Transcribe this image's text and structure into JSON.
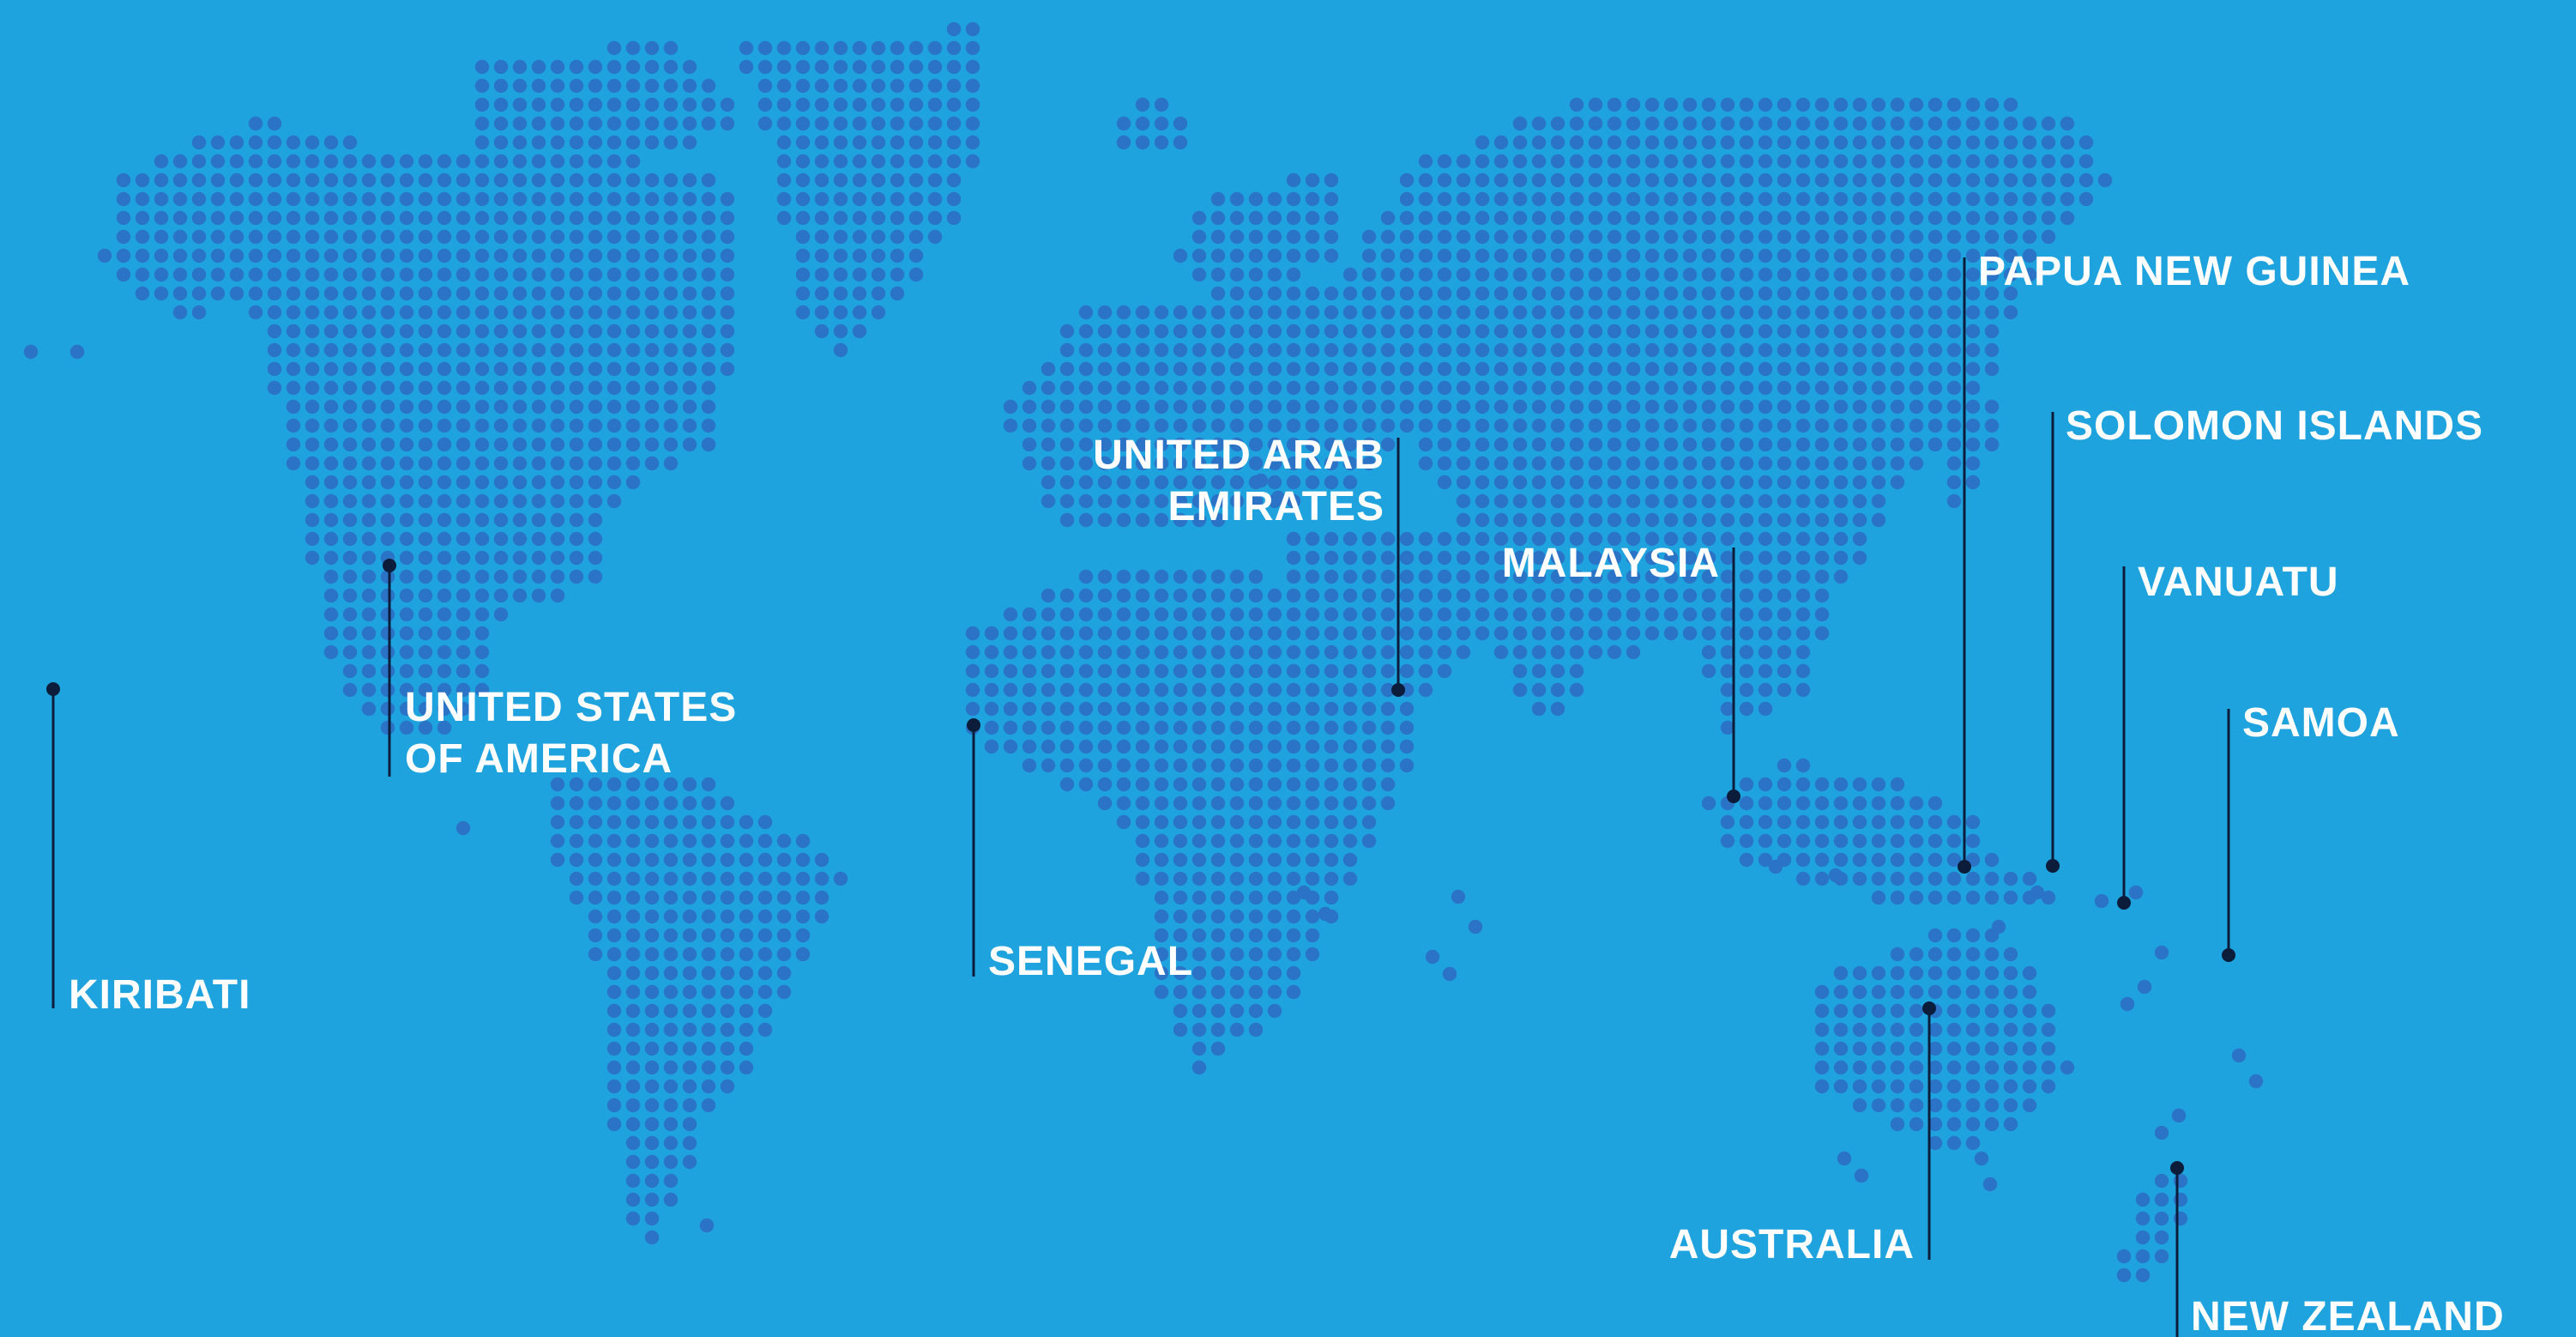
{
  "map": {
    "background_color": "#1fa3de",
    "dot_color": "#2b73c6",
    "marker_color": "#0b1d3a",
    "label_color": "#ffffff"
  },
  "markers": [
    {
      "id": "kiribati",
      "lines": [
        "KIRIBATI"
      ]
    },
    {
      "id": "united-states-of-america",
      "lines": [
        "UNITED STATES",
        "OF AMERICA"
      ]
    },
    {
      "id": "senegal",
      "lines": [
        "SENEGAL"
      ]
    },
    {
      "id": "united-arab-emirates",
      "lines": [
        "UNITED ARAB",
        "EMIRATES"
      ]
    },
    {
      "id": "malaysia",
      "lines": [
        "MALAYSIA"
      ]
    },
    {
      "id": "papua-new-guinea",
      "lines": [
        "PAPUA NEW GUINEA"
      ]
    },
    {
      "id": "solomon-islands",
      "lines": [
        "SOLOMON ISLANDS"
      ]
    },
    {
      "id": "vanuatu",
      "lines": [
        "VANUATU"
      ]
    },
    {
      "id": "samoa",
      "lines": [
        "SAMOA"
      ]
    },
    {
      "id": "australia",
      "lines": [
        "AUSTRALIA"
      ]
    },
    {
      "id": "new-zealand",
      "lines": [
        "NEW ZEALAND"
      ]
    }
  ]
}
